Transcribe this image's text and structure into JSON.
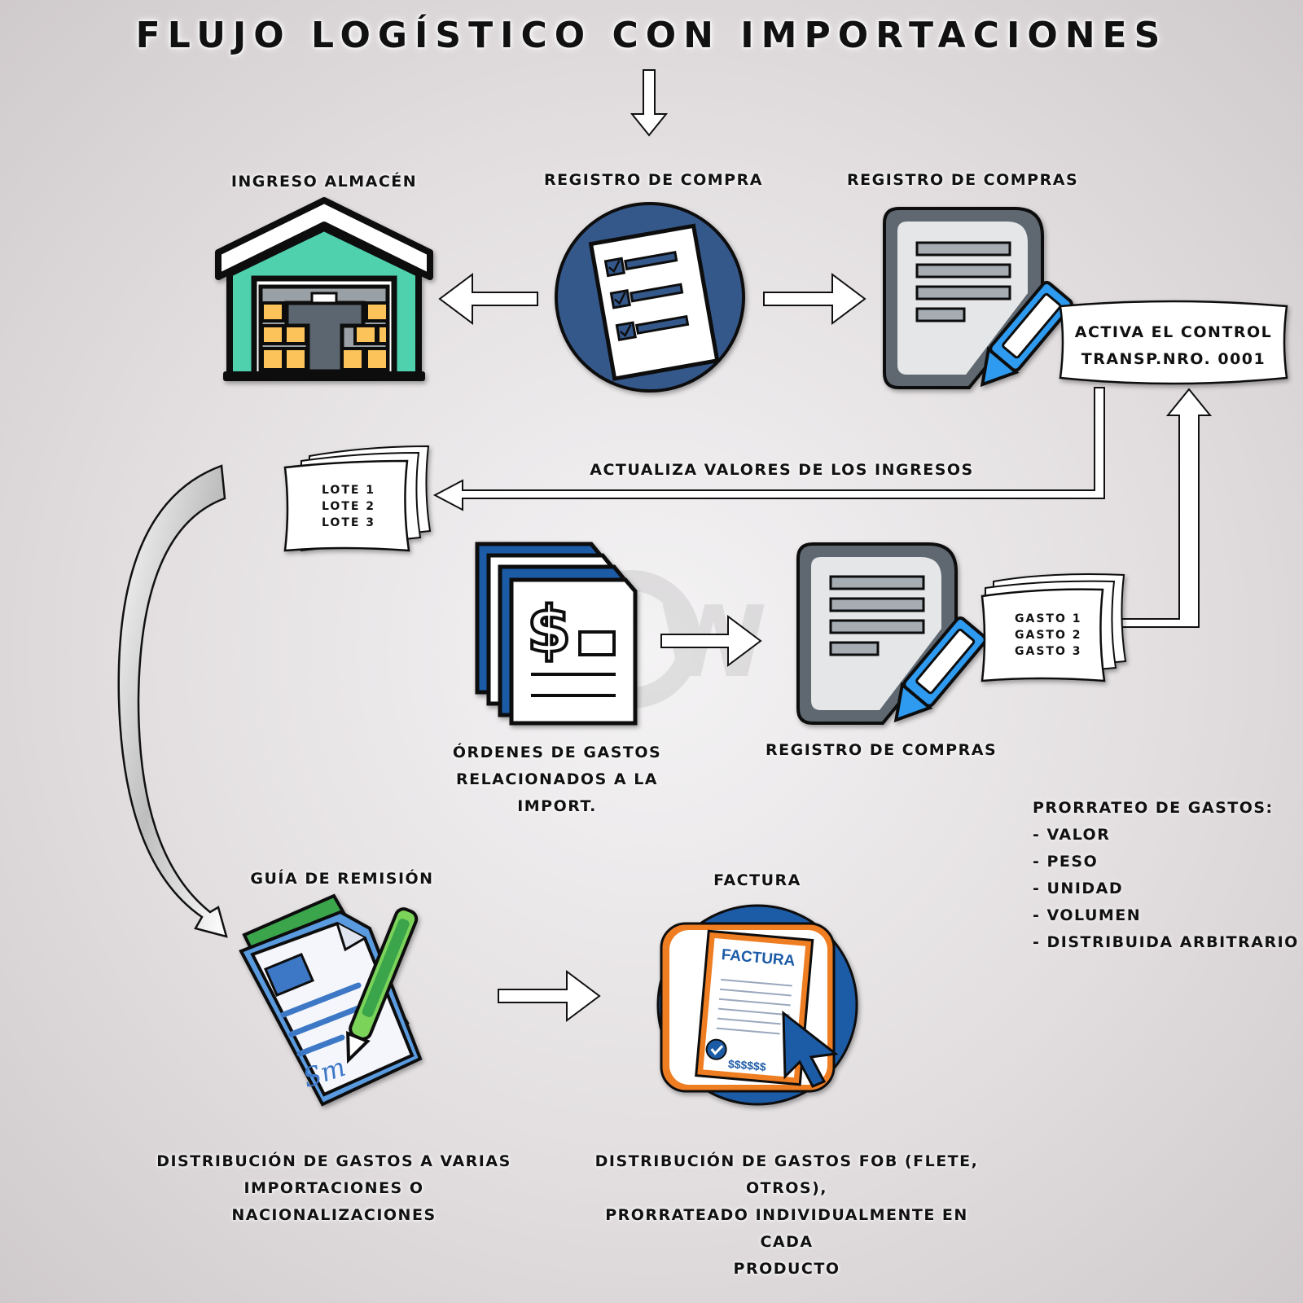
{
  "title": "FLUJO LOGÍSTICO CON IMPORTACIONES",
  "nodes": {
    "ingreso_almacen": "INGRESO ALMACÉN",
    "registro_compra": "REGISTRO DE COMPRA",
    "registro_compras_top": "REGISTRO DE COMPRAS",
    "control_box": [
      "ACTIVA EL CONTROL",
      "TRANSP.NRO. 0001"
    ],
    "actualiza": "ACTUALIZA VALORES DE LOS INGRESOS",
    "lotes": [
      "LOTE 1",
      "LOTE 2",
      "LOTE 3"
    ],
    "ordenes_gastos": [
      "ÓRDENES DE GASTOS",
      "RELACIONADOS A LA IMPORT."
    ],
    "registro_compras_mid": "REGISTRO DE COMPRAS",
    "gastos": [
      "GASTO 1",
      "GASTO 2",
      "GASTO 3"
    ],
    "guia_remision": "GUÍA DE REMISIÓN",
    "factura": "FACTURA",
    "factura_doc_label": "FACTURA",
    "factura_money": "$$$$$$",
    "signature": "Sm",
    "dist_varias": [
      "DISTRIBUCIÓN DE GASTOS A VARIAS",
      "IMPORTACIONES O NACIONALIZACIONES"
    ],
    "dist_fob": [
      "DISTRIBUCIÓN DE GASTOS FOB (FLETE, OTROS),",
      "PRORRATEADO INDIVIDUALMENTE EN CADA",
      "PRODUCTO"
    ]
  },
  "prorrateo": {
    "heading": "PRORRATEO DE GASTOS:",
    "items": [
      "- VALOR",
      "- PESO",
      "- UNIDAD",
      "- VOLUMEN",
      "- DISTRIBUIDA ARBITRARIO"
    ]
  },
  "colors": {
    "warehouse_roof": "#4fd1ae",
    "box": "#fcc35a",
    "blue_circle": "#34588b",
    "doc_gray": "#5e6870",
    "pencil_blue": "#2d9bf0",
    "factura_blue": "#1d5ba7",
    "factura_orange": "#ef7d22",
    "guia_green": "#3aa54b"
  }
}
